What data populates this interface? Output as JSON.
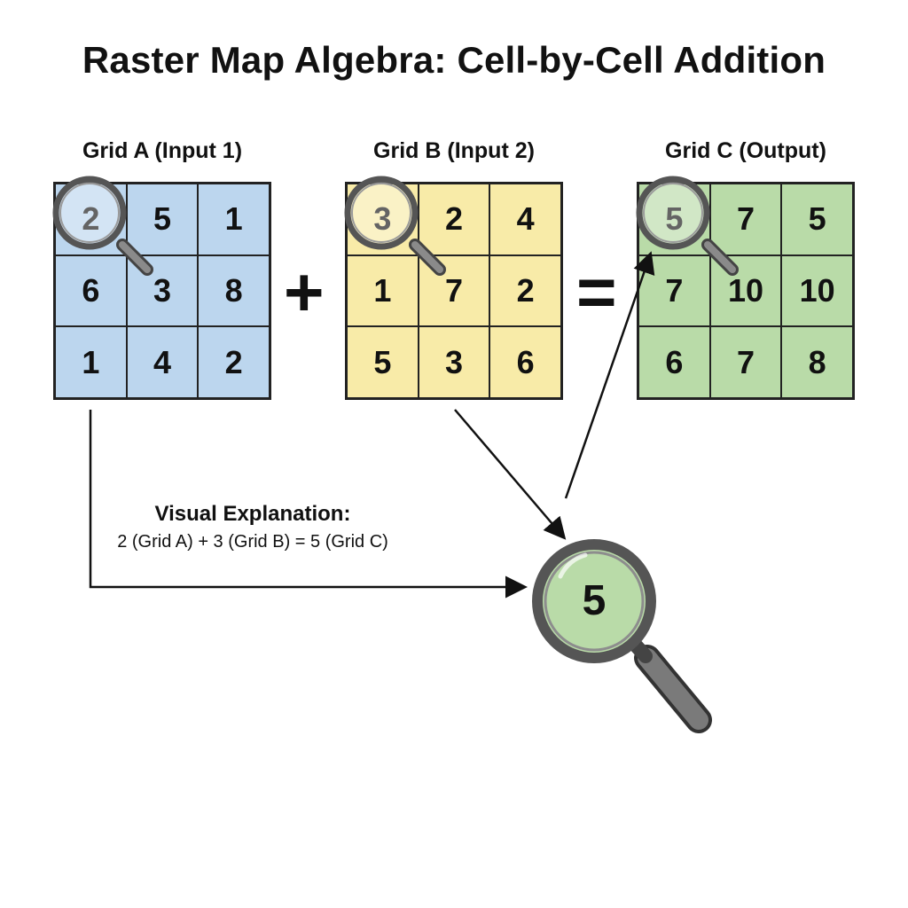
{
  "title": "Raster Map Algebra: Cell-by-Cell Addition",
  "grids": {
    "a": {
      "label": "Grid A (Input 1)",
      "cells": [
        [
          "2",
          "5",
          "1"
        ],
        [
          "6",
          "3",
          "8"
        ],
        [
          "1",
          "4",
          "2"
        ]
      ],
      "color": "#bcd6ee"
    },
    "b": {
      "label": "Grid B (Input 2)",
      "cells": [
        [
          "3",
          "2",
          "4"
        ],
        [
          "1",
          "7",
          "2"
        ],
        [
          "5",
          "3",
          "6"
        ]
      ],
      "color": "#f8eba8"
    },
    "c": {
      "label": "Grid C (Output)",
      "cells": [
        [
          "5",
          "7",
          "5"
        ],
        [
          "7",
          "10",
          "10"
        ],
        [
          "6",
          "7",
          "8"
        ]
      ],
      "color": "#b9dba8"
    }
  },
  "operators": {
    "plus": "+",
    "equals": "="
  },
  "explanation": {
    "title": "Visual Explanation:",
    "equation": "2 (Grid A) + 3 (Grid B) = 5 (Grid C)",
    "result": "5"
  },
  "icons": {
    "magnifier": "magnifier-icon",
    "arrow": "arrow-icon"
  }
}
